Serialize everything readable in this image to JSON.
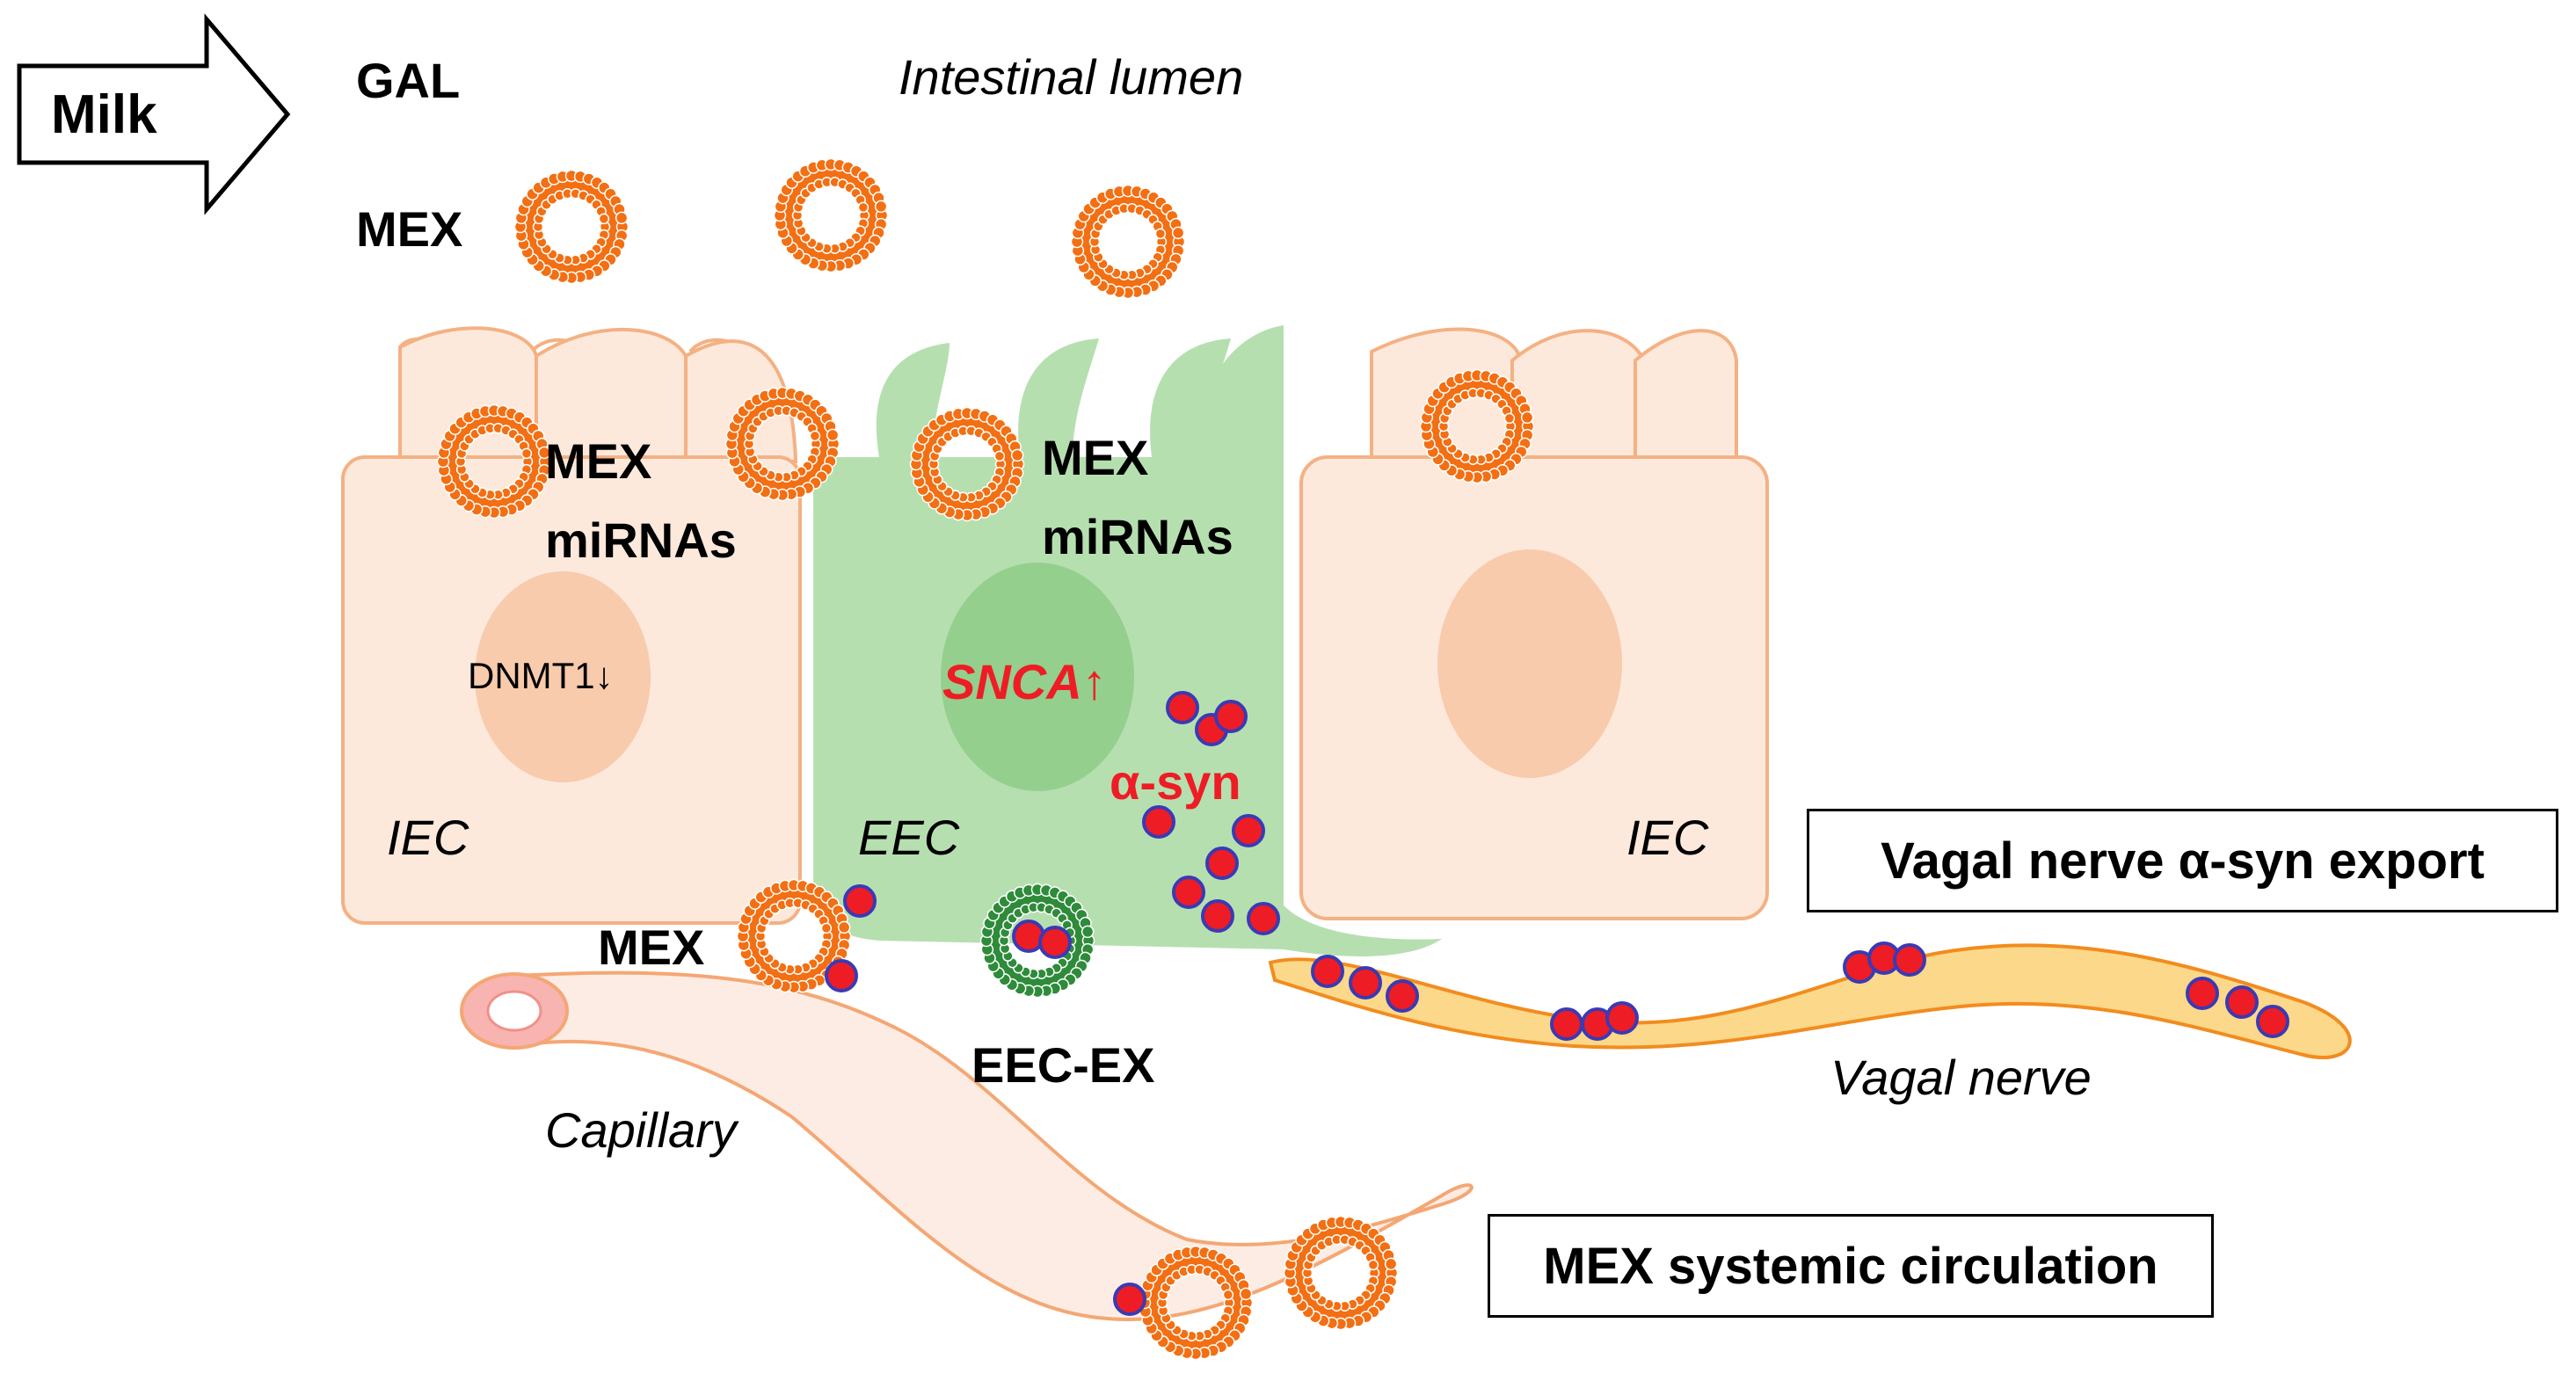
{
  "colors": {
    "iec_fill": "#fde9dc",
    "iec_stroke": "#f4b183",
    "iec_nucleus": "#f8cbad",
    "eec_fill": "#b6dfb0",
    "eec_nucleus": "#94cf8e",
    "mex_orange": "#f36f13",
    "eecex_green": "#2e8b3a",
    "asyn_red": "#ee1c24",
    "asyn_border": "#3a3ab5",
    "nerve_fill": "#fbd88a",
    "nerve_stroke": "#f28c1e",
    "capillary_fill": "#fdece4",
    "capillary_stroke": "#f4a774",
    "text_red": "#ee1c24"
  },
  "labels": {
    "milk": "Milk",
    "gal": "GAL",
    "mex_top": "MEX",
    "lumen": "Intestinal lumen",
    "iec_mex": "MEX",
    "iec_mirnas": "miRNAs",
    "dnmt1": "DNMT1↓",
    "eec_mex": "MEX",
    "eec_mirnas": "miRNAs",
    "snca": "SNCA↑",
    "asyn": "α-syn",
    "iec_left": "IEC",
    "eec": "EEC",
    "iec_right": "IEC",
    "mex_bottom": "MEX",
    "eec_ex": "EEC-EX",
    "capillary": "Capillary",
    "vagal_nerve": "Vagal nerve"
  },
  "boxes": {
    "vagal_export": "Vagal nerve α-syn export",
    "mex_systemic": "MEX systemic circulation"
  }
}
